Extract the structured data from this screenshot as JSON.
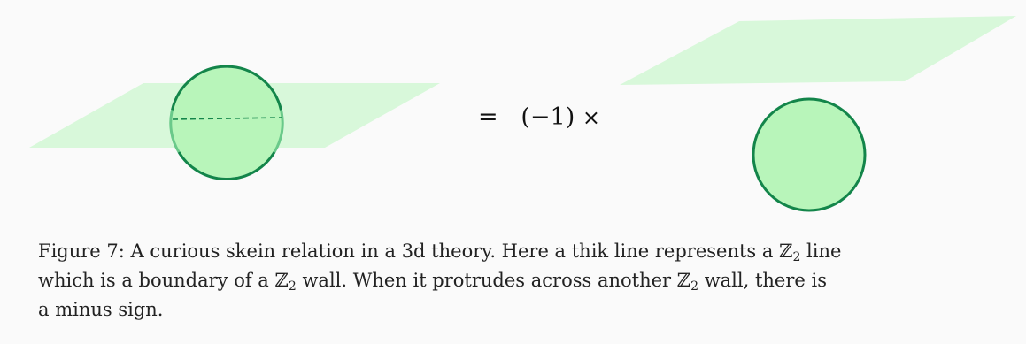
{
  "equation": {
    "equals": "=",
    "factor": "(−1)",
    "times": "×"
  },
  "caption": {
    "label": "Figure 7:",
    "segment1": "A curious skein relation in a 3d theory. Here a thik line represents a ",
    "z2_symbol": "ℤ",
    "z2_subscript": "2",
    "segment2": " line",
    "line2_start": "which is a boundary of a ",
    "segment3": " wall. When it protrudes across another ",
    "segment4": " wall, there is",
    "line3": "a minus sign."
  },
  "colors": {
    "plane_fill": "#d8f8da",
    "sphere_fill": "#b8f5ba",
    "sphere_stroke_dark": "#13854a",
    "sphere_stroke_light": "#6ac98a"
  }
}
